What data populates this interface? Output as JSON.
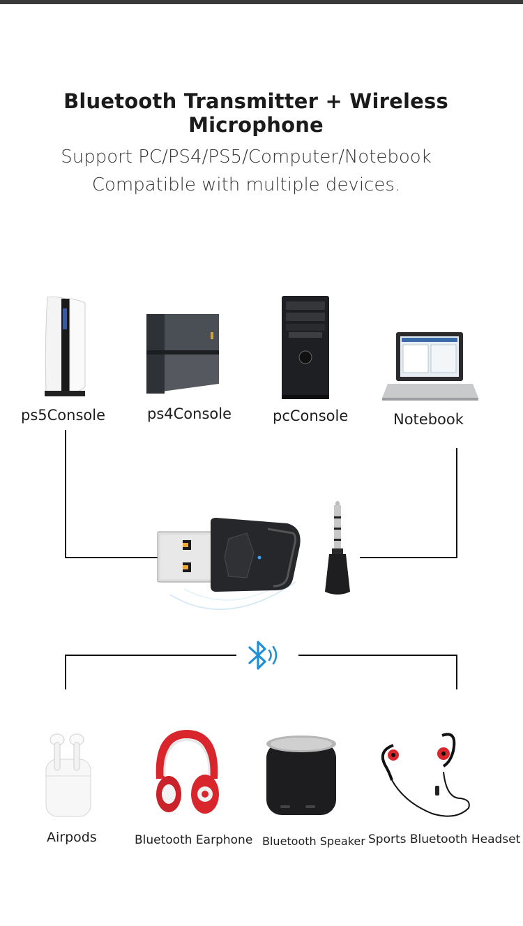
{
  "title": "Bluetooth Transmitter + Wireless Microphone",
  "subtitle_line1": "Support PC/PS4/PS5/Computer/Notebook",
  "subtitle_line2": "Compatible with multiple devices.",
  "input_devices": [
    {
      "label": "ps5Console",
      "icon": "ps5-console-icon"
    },
    {
      "label": "ps4Console",
      "icon": "ps4-console-icon"
    },
    {
      "label": "pcConsole",
      "icon": "pc-tower-icon"
    },
    {
      "label": "Notebook",
      "icon": "laptop-icon"
    }
  ],
  "output_devices": [
    {
      "label": "Airpods",
      "icon": "airpods-icon"
    },
    {
      "label": "Bluetooth Earphone",
      "icon": "headphones-icon"
    },
    {
      "label": "Bluetooth Speaker",
      "icon": "speaker-icon"
    },
    {
      "label": "Sports Bluetooth Headset",
      "icon": "sports-headset-icon"
    }
  ],
  "center": {
    "adapter_icon": "usb-bluetooth-adapter-icon",
    "mic_icon": "microphone-icon",
    "bluetooth_icon": "bluetooth-icon"
  },
  "colors": {
    "bluetooth": "#1e90d8",
    "accent_red": "#d8262c"
  }
}
